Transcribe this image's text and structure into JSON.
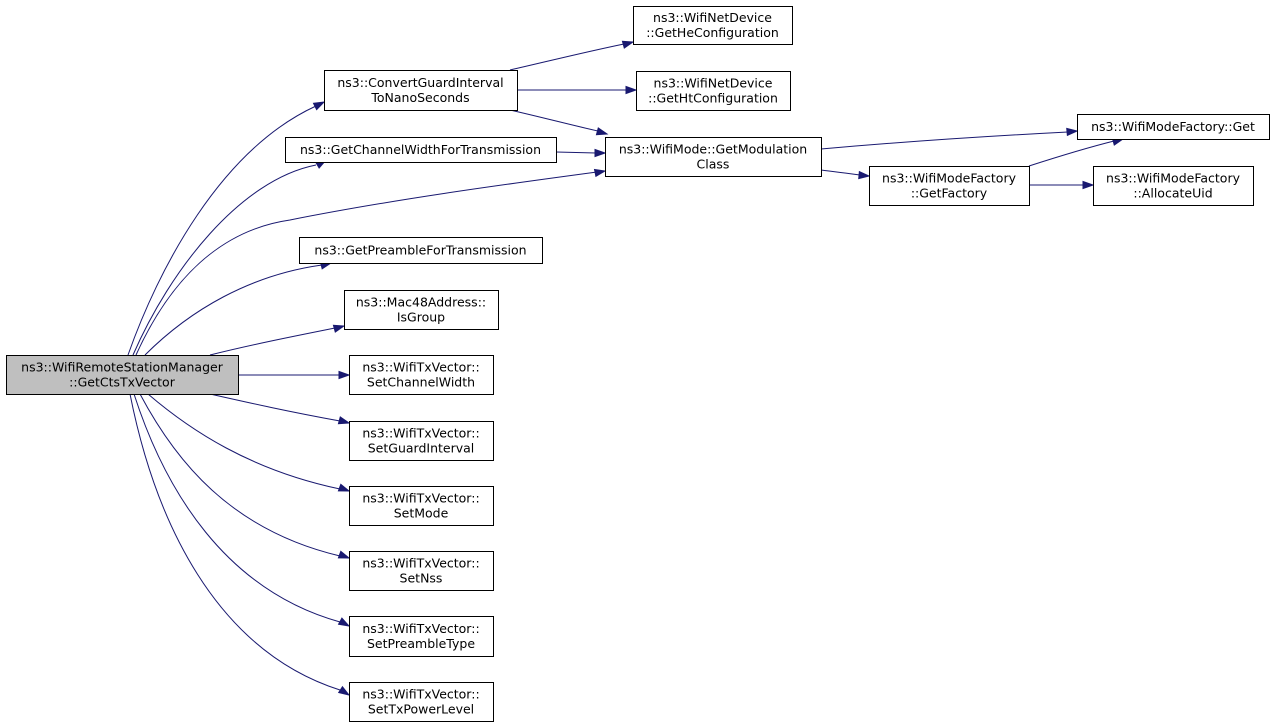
{
  "diagram": {
    "type": "call-graph",
    "colors": {
      "edge": "#191970",
      "root_fill": "#bfbfbf",
      "node_fill": "#ffffff",
      "node_border": "#000000"
    },
    "nodes": [
      {
        "id": "root",
        "lines": [
          "ns3::WifiRemoteStationManager",
          "::GetCtsTxVector"
        ],
        "root": true
      },
      {
        "id": "convertGI",
        "lines": [
          "ns3::ConvertGuardInterval",
          "ToNanoSeconds"
        ]
      },
      {
        "id": "getHe",
        "lines": [
          "ns3::WifiNetDevice",
          "::GetHeConfiguration"
        ]
      },
      {
        "id": "getHt",
        "lines": [
          "ns3::WifiNetDevice",
          "::GetHtConfiguration"
        ]
      },
      {
        "id": "chanWidth",
        "lines": [
          "ns3::GetChannelWidthForTransmission"
        ]
      },
      {
        "id": "modClass",
        "lines": [
          "ns3::WifiMode::GetModulation",
          "Class"
        ]
      },
      {
        "id": "factGet",
        "lines": [
          "ns3::WifiModeFactory::Get"
        ]
      },
      {
        "id": "getFactory",
        "lines": [
          "ns3::WifiModeFactory",
          "::GetFactory"
        ]
      },
      {
        "id": "allocUid",
        "lines": [
          "ns3::WifiModeFactory",
          "::AllocateUid"
        ]
      },
      {
        "id": "preamble",
        "lines": [
          "ns3::GetPreambleForTransmission"
        ]
      },
      {
        "id": "isGroup",
        "lines": [
          "ns3::Mac48Address::",
          "IsGroup"
        ]
      },
      {
        "id": "setChanWidth",
        "lines": [
          "ns3::WifiTxVector::",
          "SetChannelWidth"
        ]
      },
      {
        "id": "setGI",
        "lines": [
          "ns3::WifiTxVector::",
          "SetGuardInterval"
        ]
      },
      {
        "id": "setMode",
        "lines": [
          "ns3::WifiTxVector::",
          "SetMode"
        ]
      },
      {
        "id": "setNss",
        "lines": [
          "ns3::WifiTxVector::",
          "SetNss"
        ]
      },
      {
        "id": "setPreamble",
        "lines": [
          "ns3::WifiTxVector::",
          "SetPreambleType"
        ]
      },
      {
        "id": "setTxPower",
        "lines": [
          "ns3::WifiTxVector::",
          "SetTxPowerLevel"
        ]
      }
    ],
    "edges": [
      {
        "from": "root",
        "to": "convertGI"
      },
      {
        "from": "root",
        "to": "chanWidth"
      },
      {
        "from": "root",
        "to": "modClass"
      },
      {
        "from": "root",
        "to": "preamble"
      },
      {
        "from": "root",
        "to": "isGroup"
      },
      {
        "from": "root",
        "to": "setChanWidth"
      },
      {
        "from": "root",
        "to": "setGI"
      },
      {
        "from": "root",
        "to": "setMode"
      },
      {
        "from": "root",
        "to": "setNss"
      },
      {
        "from": "root",
        "to": "setPreamble"
      },
      {
        "from": "root",
        "to": "setTxPower"
      },
      {
        "from": "convertGI",
        "to": "getHe"
      },
      {
        "from": "convertGI",
        "to": "getHt"
      },
      {
        "from": "convertGI",
        "to": "modClass"
      },
      {
        "from": "chanWidth",
        "to": "modClass"
      },
      {
        "from": "modClass",
        "to": "factGet"
      },
      {
        "from": "modClass",
        "to": "getFactory"
      },
      {
        "from": "getFactory",
        "to": "factGet"
      },
      {
        "from": "getFactory",
        "to": "allocUid"
      }
    ]
  }
}
